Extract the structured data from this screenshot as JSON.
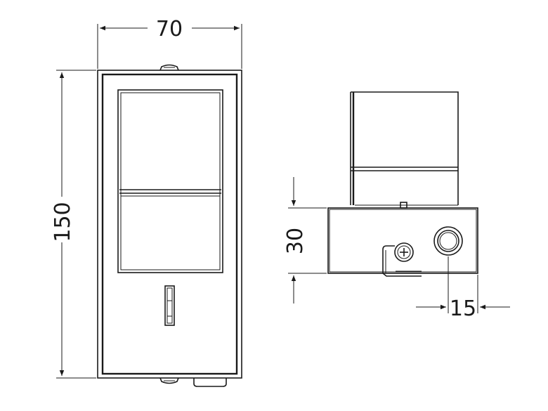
{
  "dimensions": {
    "width": "70",
    "height": "150",
    "depth": "30",
    "offset": "15"
  },
  "colors": {
    "stroke": "#1a1a1a",
    "background": "#ffffff"
  }
}
